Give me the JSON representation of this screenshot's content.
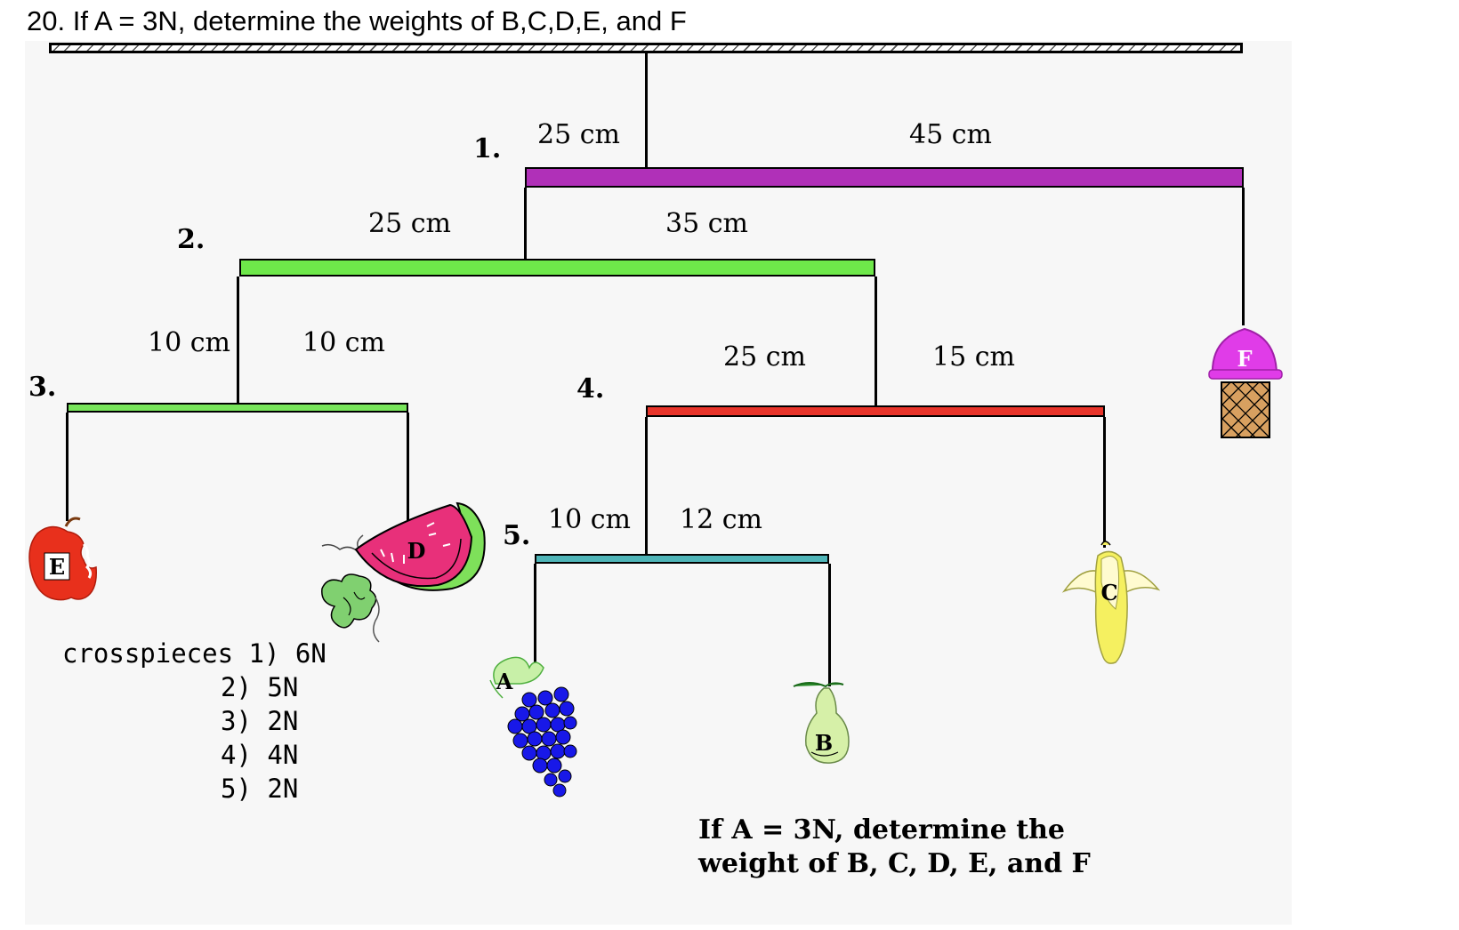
{
  "header": {
    "title": "20. If A = 3N, determine the weights of B,C,D,E, and F"
  },
  "bars": {
    "one": {
      "number": "1.",
      "left_label": "25 cm",
      "right_label": "45 cm",
      "color": "#b030b8"
    },
    "two": {
      "number": "2.",
      "left_label": "25 cm",
      "right_label": "35 cm",
      "color": "#6ee84a"
    },
    "three": {
      "number": "3.",
      "left_label": "10 cm",
      "right_label": "10 cm",
      "color": "#77e45a"
    },
    "four": {
      "number": "4.",
      "left_label": "25 cm",
      "right_label": "15 cm",
      "color": "#e8342a"
    },
    "five": {
      "number": "5.",
      "left_label": "10 cm",
      "right_label": "12 cm",
      "color": "#4fb5b8"
    }
  },
  "objects": {
    "apple": {
      "letter": "E",
      "icon": "apple-icon",
      "color": "#e8301c"
    },
    "watermelon": {
      "letter": "D",
      "icon": "watermelon-icon",
      "color": "#e8307a"
    },
    "grapes": {
      "letter": "A",
      "icon": "grapes-icon",
      "color": "#1010e0"
    },
    "pear": {
      "letter": "B",
      "icon": "pear-icon",
      "color": "#d6f0a8"
    },
    "banana": {
      "letter": "C",
      "icon": "banana-icon",
      "color": "#f5f060"
    },
    "ice_cream": {
      "letter": "F",
      "icon": "ice-cream-icon",
      "color": "#e03ce8"
    }
  },
  "crosspieces": {
    "heading": "crosspieces 1) 6N",
    "items": [
      "2) 5N",
      "3) 2N",
      "4) 4N",
      "5) 2N"
    ]
  },
  "prompt": {
    "line1": "If A = 3N, determine the",
    "line2": "weight of B, C, D, E, and F"
  }
}
